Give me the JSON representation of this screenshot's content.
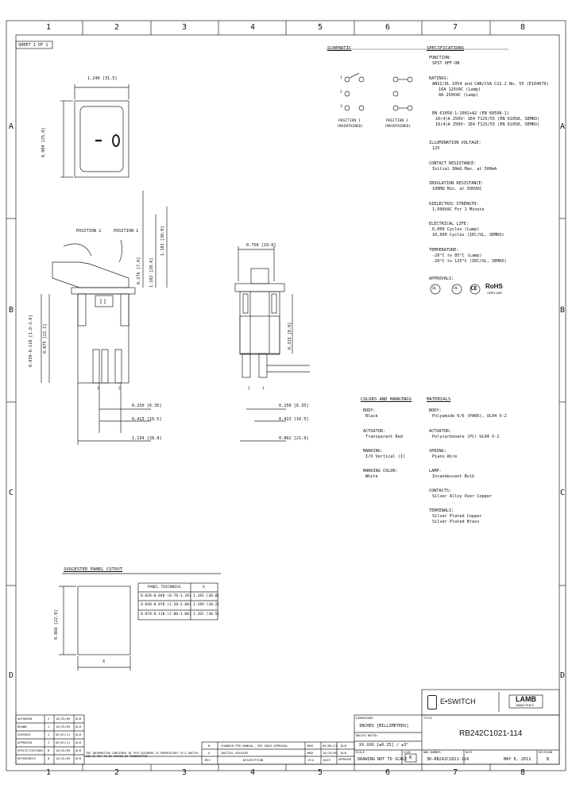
{
  "border": {
    "columns": [
      "1",
      "2",
      "3",
      "4",
      "5",
      "6",
      "7",
      "8"
    ],
    "rows": [
      "A",
      "B",
      "C",
      "D"
    ]
  },
  "sheet_label": "SHEET 1 OF 1",
  "schematic": {
    "title": "SCHEMATIC",
    "pos1": "POSITION 1",
    "pos1_sub": "(MAINTAINED)",
    "pos2": "POSITION 2",
    "pos2_sub": "(MAINTAINED)",
    "terminals": [
      "1",
      "2",
      "3"
    ]
  },
  "specs": {
    "title": "SPECIFICATIONS",
    "function_h": "FUNCTION:",
    "function_v": "SPST OFF-ON",
    "ratings_h": "RATINGS:",
    "ratings_v": [
      "ANSI/UL 1054 and CAN/CSA C22.2 No. 55 (E104070)",
      "16A 125VAC (Lamp)",
      "8A 250VAC (Lamp)",
      "",
      "EN 61058-1:2002+A2 (EN 60598-1)",
      "16(4)A 250V~ 1E4 T125/55 (EN 61058, SEMKO)",
      "16(4)A 250V~ 1E4 T125/55 (EN 61058, SEMKO)"
    ],
    "illum_h": "ILLUMINATION VOLTAGE:",
    "illum_v": "12V",
    "contact_h": "CONTACT RESISTANCE:",
    "contact_v": "Initial 30mΩ Max. at 500mA",
    "insul_h": "INSULATION RESISTANCE:",
    "insul_v": "100MΩ Min. at 500VDC",
    "diel_h": "DIELECTRIC STRENGTH:",
    "diel_v": "1,500VAC For 1 Minute",
    "life_h": "ELECTRICAL LIFE:",
    "life_v": [
      "6,000 Cycles (Lamp)",
      "10,000 Cycles (IEC/UL, SEMKO)"
    ],
    "temp_h": "TEMPERATURE:",
    "temp_v": [
      "-20°C to 85°C (Lamp)",
      "-20°C to 125°C (IEC/UL, SEMKO)"
    ],
    "approvals_h": "APPROVALS:",
    "approval_marks": [
      "UL",
      "UL",
      "CE",
      "RoHS"
    ],
    "rohs_sub": "COMPLIANT"
  },
  "dims": {
    "width_top": "1.240 [31.5]",
    "height_top": "0.984 [25.0]",
    "side_h1": "0.276 [7.0]",
    "side_h2": "1.102 [28.0]",
    "side_h3": "1.181 [30.0]",
    "side_h4": "0.875 [22.2]",
    "pos2_label": "POSITION 2",
    "pos1_label": "POSITION 1",
    "panel_range": "0.039-0.118 [1.0-3.0]",
    "sub_a": "0.250 [6.35]",
    "sub_b": "0.413 [10.5]",
    "sub_c": "1.134 [28.8]",
    "front_w": "0.750 [19.0]",
    "front_h": "0.315 [8.0]",
    "front_a": "0.250 [6.35]",
    "front_b": "0.413 [10.5]",
    "front_c": "0.862 [21.9]"
  },
  "colors_markings": {
    "title": "COLORS AND MARKINGS",
    "body_h": "BODY:",
    "body_v": "Black",
    "act_h": "ACTUATOR:",
    "act_v": "Transparent Red",
    "mark_h": "MARKING:",
    "mark_v": "I/O Vertical (I)",
    "markc_h": "MARKING COLOR:",
    "markc_v": "White"
  },
  "materials": {
    "title": "MATERIALS",
    "body_h": "BODY:",
    "body_v": "Polyamide 6/6 (PA66), UL94 V-2",
    "act_h": "ACTUATOR:",
    "act_v": "Polycarbonate (PC) UL94 V-2",
    "spring_h": "SPRING:",
    "spring_v": "Piano Wire",
    "lamp_h": "LAMP:",
    "lamp_v": "Incandescent Bulb",
    "contacts_h": "CONTACTS:",
    "contacts_v": "Silver Alloy Over Copper",
    "term_h": "TERMINALS:",
    "term_v": [
      "Silver Plated Copper",
      "Silver Plated Brass"
    ]
  },
  "cutout": {
    "title": "SUGGESTED PANEL CUTOUT",
    "height": "0.866 [22.0]",
    "x_label": "X",
    "table_head": [
      "PANEL THICKNESS",
      "X"
    ],
    "rows": [
      [
        "0.028-0.048 (0.70-1.20)",
        "1.181 [30.0]"
      ],
      [
        "0.048-0.078 (1.20-2.00)",
        "1.189 [30.2]"
      ],
      [
        "0.078-0.118 (2.00-3.00)",
        "1.201 [30.5]"
      ]
    ]
  },
  "title_block": {
    "brand": "E•SWITCH",
    "brand2": "LAMB",
    "brand2_sub": "INDUSTRIES",
    "units": "INCHES [MILLIMETERS]",
    "tol_label": "UNLESS NOTED:",
    "tol": "XX.XXX [±0.25] / ±3°",
    "scale": "DRAWING NOT TO SCALE",
    "title": "RB242C1021-114",
    "dwg_no": "3D-RB242C1021-114",
    "date": "MAY 6, 2011",
    "rev": "B",
    "size": "B",
    "lbl_title": "TITLE",
    "lbl_dwg": "DWG NUMBER",
    "lbl_date": "DATE",
    "lbl_rev": "REVISION",
    "lbl_size": "SIZE",
    "lbl_units": "DIMENSIONS",
    "lbl_scale": "SCALE",
    "notice": "THE INFORMATION CONTAINED IN THIS DOCUMENT IS PROPRIETARY TO E-SWITCH AND IS NOT TO BE COPIED OR TRANSMITTED",
    "approvals": [
      [
        "AUTHORED",
        "J",
        "10/25/09",
        "DLB"
      ],
      [
        "DRAWN",
        "J",
        "10/25/09",
        "DLB"
      ],
      [
        "CHECKED",
        "J",
        "05/07/11",
        "DLB"
      ],
      [
        "APPROVED",
        "J",
        "05/07/11",
        "DLB"
      ],
      [
        "SPECIFICATIONS",
        "B",
        "10/25/09",
        "DLB"
      ],
      [
        "REFERENCES",
        "B",
        "10/25/09",
        "DLB"
      ]
    ],
    "revisions": [
      [
        "B",
        "CHANGED PER MANUAL, SEE ENGG APPROVAL",
        "MOD",
        "05/06/11",
        "DLB"
      ],
      [
        "A",
        "INITIAL RELEASE",
        "MOD",
        "10/25/09",
        "DLB"
      ],
      [
        "REV",
        "DESCRIPTION",
        "ECO",
        "DATE",
        "APPROVED"
      ]
    ]
  }
}
